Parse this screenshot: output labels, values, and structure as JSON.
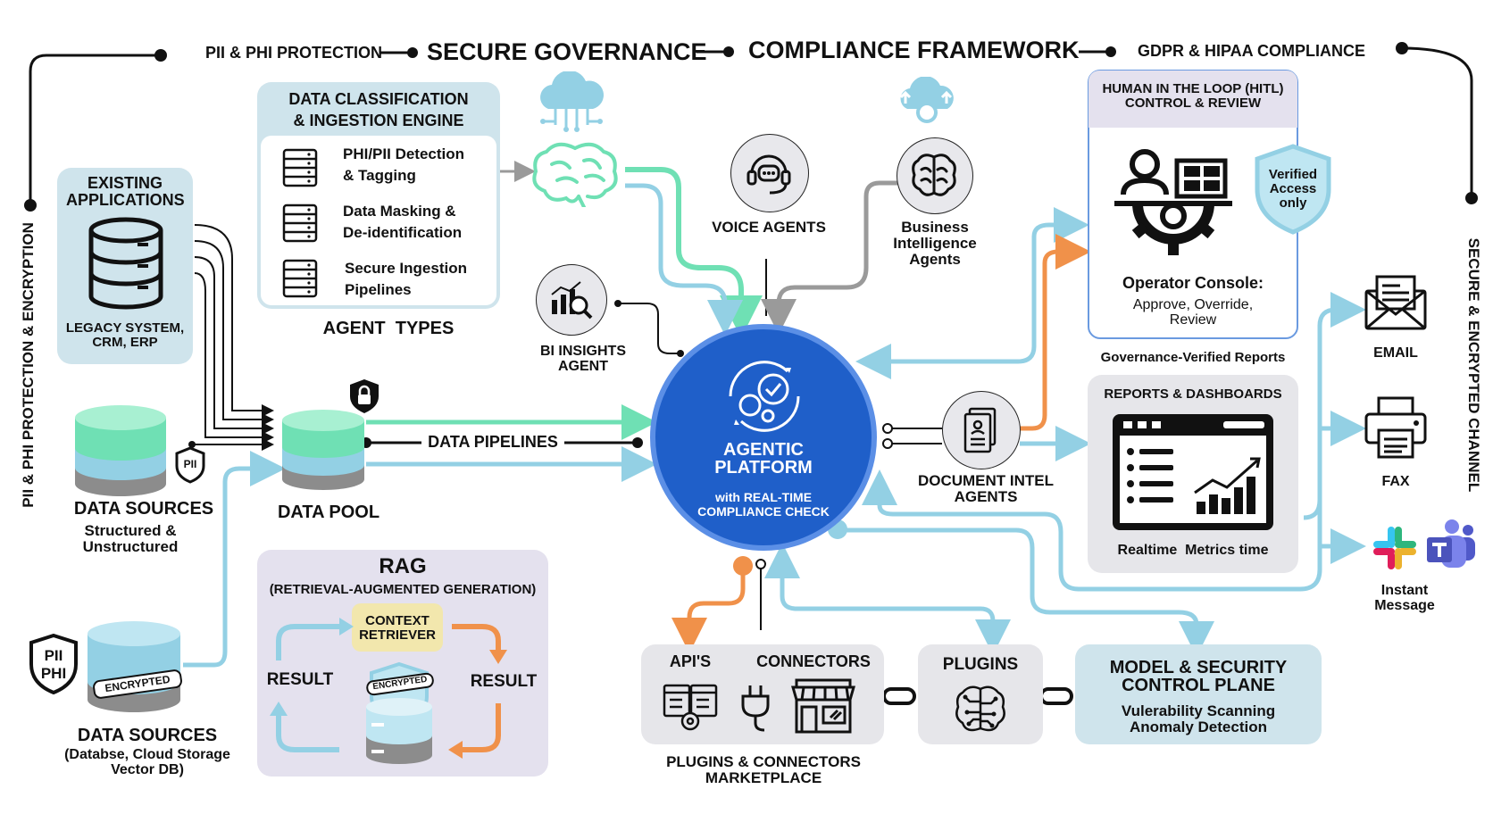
{
  "header": {
    "pii_phi_protection": "PII & PHI PROTECTION",
    "secure_governance": "SECURE GOVERNANCE",
    "compliance_framework": "COMPLIANCE FRAMEWORK",
    "gdpr_hipaa": "GDPR & HIPAA COMPLIANCE"
  },
  "side_labels": {
    "left": "PII & PHI PROTECTION & ENCRYPTION",
    "right": "SECURE & ENCRYPTED CHANNEL"
  },
  "existing_apps": {
    "title": "EXISTING APPLICATIONS",
    "caption": "LEGACY SYSTEM, CRM, ERP"
  },
  "data_sources_1": {
    "title": "DATA SOURCES",
    "subtitle": "Structured & Unstructured",
    "badge": "PII"
  },
  "data_sources_2": {
    "title": "DATA SOURCES",
    "subtitle": "(Databse, Cloud Storage Vector DB)",
    "shield_line1": "PII",
    "shield_line2": "PHI",
    "encrypted": "ENCRYPTED"
  },
  "data_pool": {
    "title": "DATA POOL"
  },
  "pipelines": {
    "label": "DATA PIPELINES"
  },
  "classification": {
    "title_line1": "DATA CLASSIFICATION",
    "title_line2": "& INGESTION ENGINE",
    "items": [
      {
        "line1": "PHI/PII Detection",
        "line2": "& Tagging"
      },
      {
        "line1": "Data Masking &",
        "line2": "De-identification"
      },
      {
        "line1": "Secure Ingestion",
        "line2": "Pipelines"
      }
    ],
    "footer": "AGENT  TYPES"
  },
  "agents": {
    "bi_insights": "BI INSIGHTS AGENT",
    "voice": "VOICE AGENTS",
    "business_intel": "Business Intelligence Agents",
    "document_intel": "DOCUMENT INTEL AGENTS"
  },
  "platform": {
    "title_line1": "AGENTIC",
    "title_line2": "PLATFORM",
    "subtitle_line1": "with REAL-TIME",
    "subtitle_line2": "COMPLIANCE CHECK"
  },
  "hitl": {
    "title_line1": "HUMAN IN THE LOOP (HITL)",
    "title_line2": "CONTROL & REVIEW",
    "console_title": "Operator Console:",
    "console_text": "Approve, Override, Review",
    "shield": "Verified Access only",
    "footer": "Governance-Verified Reports"
  },
  "reports": {
    "title": "REPORTS & DASHBOARDS",
    "caption": "Realtime  Metrics time"
  },
  "channels": {
    "email": "EMAIL",
    "fax": "FAX",
    "instant": "Instant Message"
  },
  "rag": {
    "title": "RAG",
    "subtitle": "(RETRIEVAL-AUGMENTED GENERATION)",
    "context_line1": "CONTEXT",
    "context_line2": "RETRIEVER",
    "result_left": "RESULT",
    "result_right": "RESULT",
    "encrypted": "ENCRYPTED"
  },
  "marketplace": {
    "apis": "API'S",
    "connectors": "CONNECTORS",
    "caption_line1": "PLUGINS & CONNECTORS",
    "caption_line2": "MARKETPLACE"
  },
  "plugins": {
    "title": "PLUGINS"
  },
  "model_security": {
    "title_line1": "MODEL & SECURITY",
    "title_line2": "CONTROL PLANE",
    "line1": "Vulerability Scanning",
    "line2": "Anomaly Detection"
  },
  "colors": {
    "platform_blue": "#1f5fc9",
    "teal_panel": "#cfe4ec",
    "lavender_panel": "#e4e1ee",
    "green_arrow": "#6fe0b4",
    "light_blue_arrow": "#93d0e4",
    "orange_arrow": "#f0914a",
    "grey_arrow": "#9a9a9a"
  }
}
